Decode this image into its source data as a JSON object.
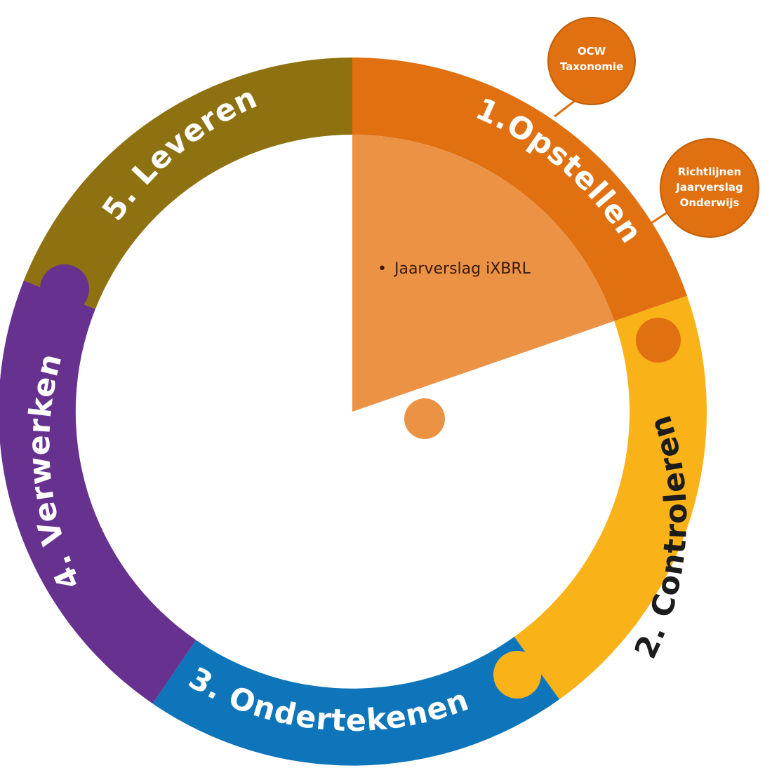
{
  "segments": [
    {
      "id": "opstellen",
      "label": "1.Opstellen",
      "color": "#E07010"
    },
    {
      "id": "controleren",
      "label": "2. Controleren",
      "color": "#FAB219"
    },
    {
      "id": "ondertekenen",
      "label": "3. Ondertekenen",
      "color": "#0E75BB"
    },
    {
      "id": "verwerken",
      "label": "4. Verwerken",
      "color": "#66318F"
    },
    {
      "id": "leveren",
      "label": "5. Leveren",
      "color": "#8E7110"
    }
  ],
  "bubbles": [
    {
      "id": "ocw-taxonomie",
      "lines": [
        "OCW",
        "Taxonomie"
      ],
      "color": "#E07010"
    },
    {
      "id": "richtlijnen",
      "lines": [
        "Richtlijnen",
        "Jaarverslag",
        "Onderwijs"
      ],
      "color": "#E07010"
    }
  ],
  "wedge": {
    "color": "#EB9245",
    "bullet": "•",
    "item": "Jaarverslag iXBRL"
  }
}
